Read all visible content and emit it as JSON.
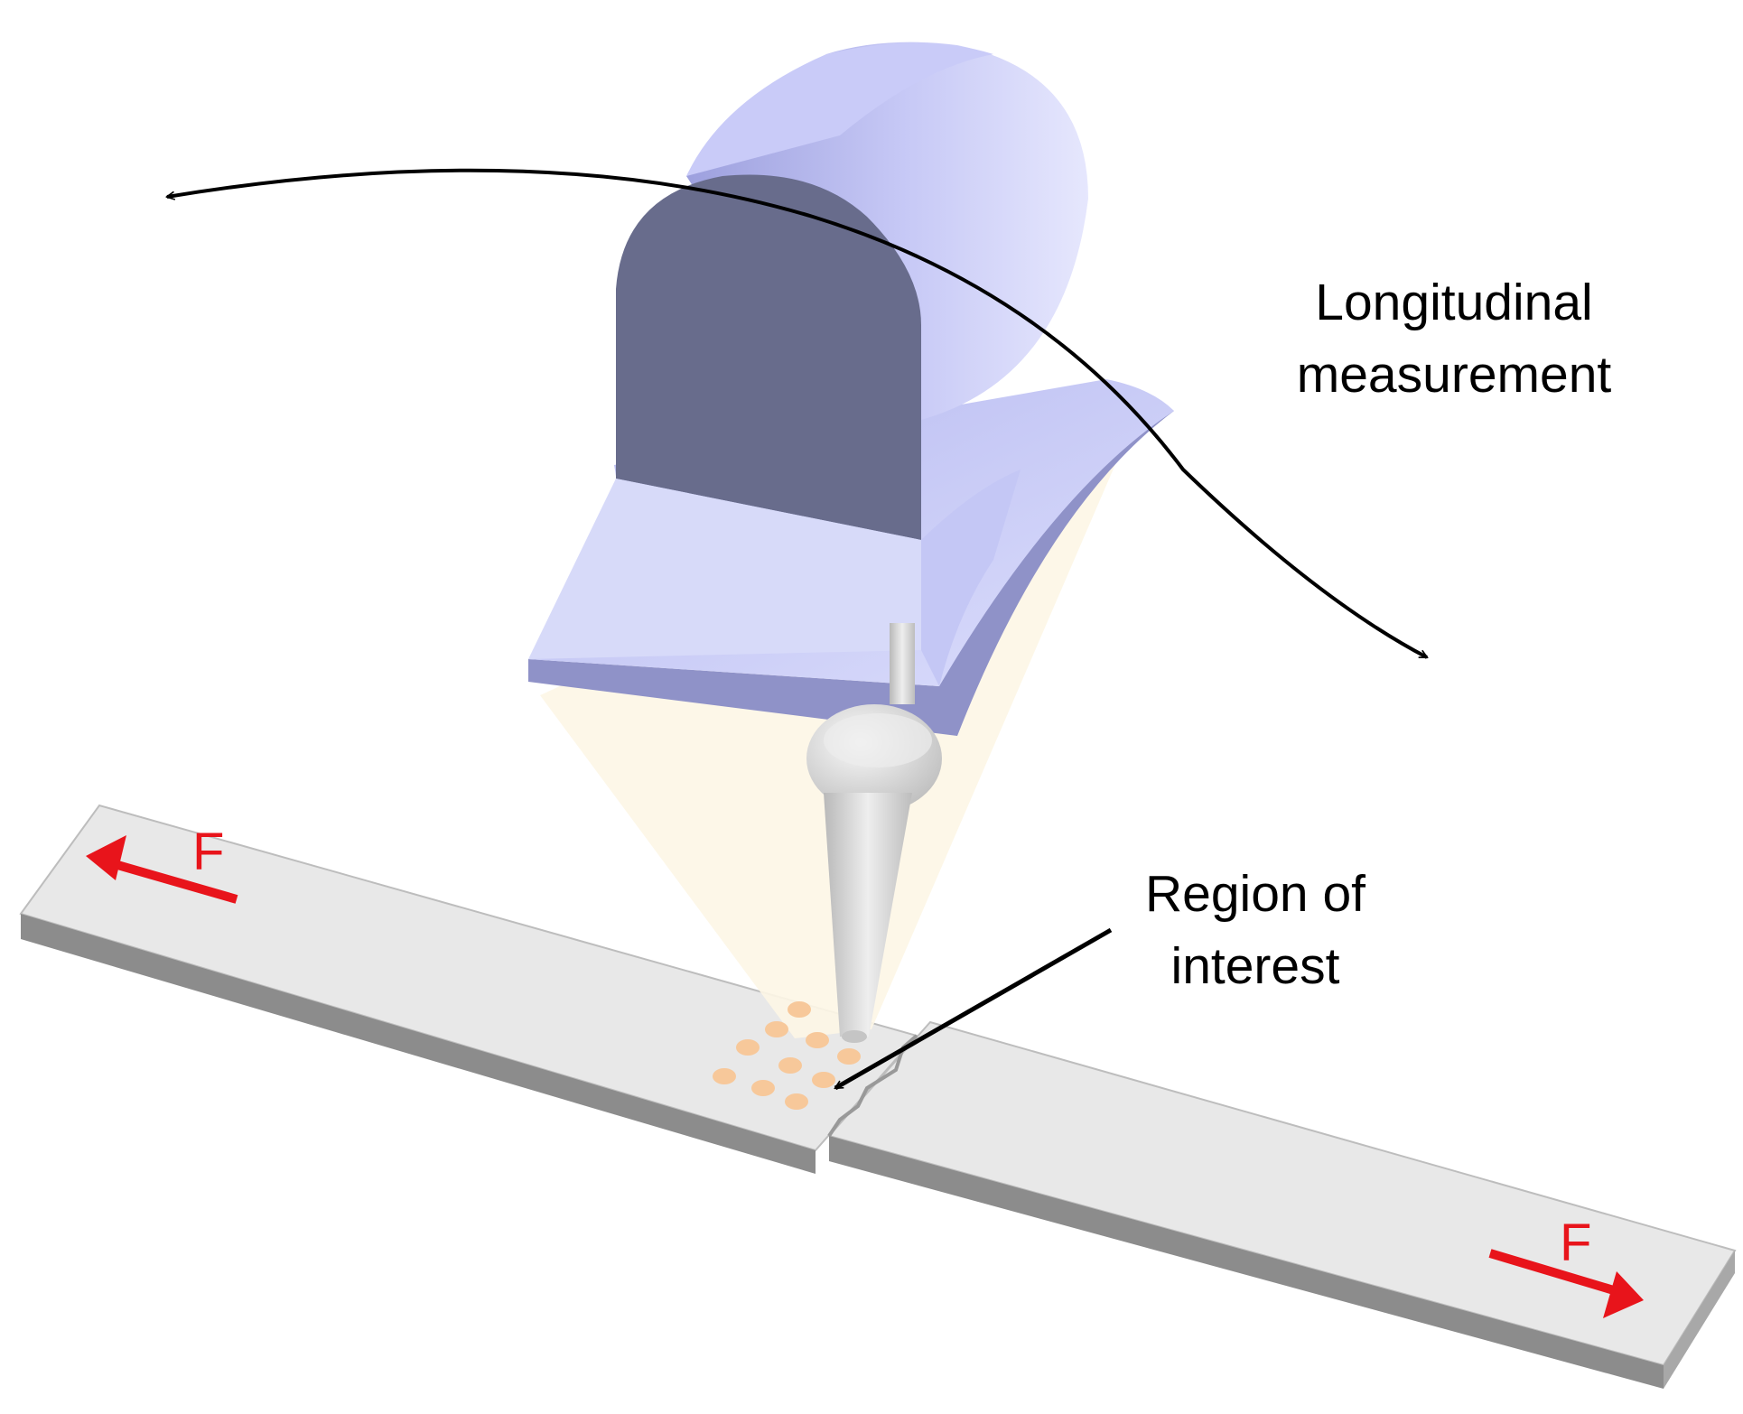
{
  "labels": {
    "longitudinal": [
      "Longitudinal",
      "measurement"
    ],
    "region": [
      "Region of",
      "interest"
    ],
    "force_left": "F",
    "force_right": "F"
  },
  "colors": {
    "housing_front": "#686c8c",
    "housing_side": "#a9ace7",
    "housing_top": "#bfc2f3",
    "stage_top": "#d7daf9",
    "stage_edge": "#8f92c8",
    "tip": "#d2d2d2",
    "cone_light": "#fdf6e6",
    "specimen_top": "#e8e8e8",
    "specimen_side": "#8c8c8c",
    "roi_dots": "#f7c89a",
    "force_arrow": "#e8141b",
    "annotation": "#000000"
  }
}
